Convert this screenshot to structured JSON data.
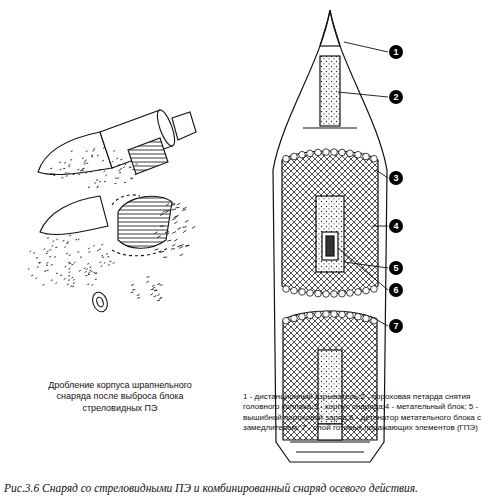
{
  "diagram": {
    "caption": "Рис.3.6 Снаряд со стреловидными ПЭ и комбинированный снаряд осевого действия.",
    "nodes": [
      {
        "text": [
          "1"
        ]
      },
      {
        "text": [
          "2"
        ]
      },
      {
        "text": [
          "3"
        ]
      },
      {
        "text": [
          "4"
        ]
      },
      {
        "text": [
          "5"
        ]
      },
      {
        "text": [
          "6"
        ]
      },
      {
        "text": [
          "7"
        ]
      }
    ],
    "labels": [
      "Дробление корпуса шрапнельного снаряда после выброса блока стреловидных ПЭ",
      "1 - дистанционный взрыватель;2 - пороховая петарда снятия головного колпака;3 - корпус снаряда;4 - метательный блок; 5 - вышибной пороховой заряд;6 - детонатор метательного блока с замедлителем; 7 - слой готовых поражающих элементов (ГПЭ)"
    ]
  }
}
